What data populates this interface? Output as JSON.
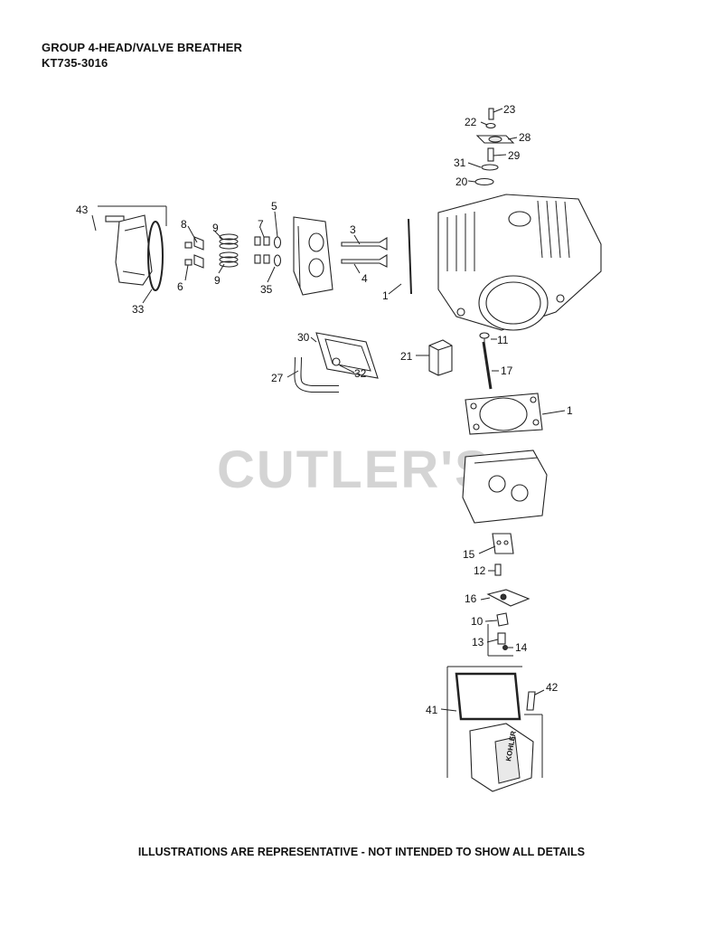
{
  "header": {
    "group_title": "GROUP 4-HEAD/VALVE BREATHER",
    "model": "KT735-3016"
  },
  "watermark": "CUTLER'S",
  "footer": "ILLUSTRATIONS ARE REPRESENTATIVE - NOT INTENDED TO SHOW ALL DETAILS",
  "callouts": [
    {
      "id": "c23",
      "label": "23"
    },
    {
      "id": "c22",
      "label": "22"
    },
    {
      "id": "c28",
      "label": "28"
    },
    {
      "id": "c31",
      "label": "31"
    },
    {
      "id": "c29",
      "label": "29"
    },
    {
      "id": "c20",
      "label": "20"
    },
    {
      "id": "c43",
      "label": "43"
    },
    {
      "id": "c8",
      "label": "8"
    },
    {
      "id": "c9a",
      "label": "9"
    },
    {
      "id": "c7",
      "label": "7"
    },
    {
      "id": "c5",
      "label": "5"
    },
    {
      "id": "c3",
      "label": "3"
    },
    {
      "id": "c6",
      "label": "6"
    },
    {
      "id": "c9b",
      "label": "9"
    },
    {
      "id": "c35",
      "label": "35"
    },
    {
      "id": "c4",
      "label": "4"
    },
    {
      "id": "c1a",
      "label": "1"
    },
    {
      "id": "c33",
      "label": "33"
    },
    {
      "id": "c30",
      "label": "30"
    },
    {
      "id": "c11",
      "label": "11"
    },
    {
      "id": "c21",
      "label": "21"
    },
    {
      "id": "c17",
      "label": "17"
    },
    {
      "id": "c32",
      "label": "32"
    },
    {
      "id": "c27",
      "label": "27"
    },
    {
      "id": "c1b",
      "label": "1"
    },
    {
      "id": "c15",
      "label": "15"
    },
    {
      "id": "c12",
      "label": "12"
    },
    {
      "id": "c16",
      "label": "16"
    },
    {
      "id": "c10",
      "label": "10"
    },
    {
      "id": "c13",
      "label": "13"
    },
    {
      "id": "c14",
      "label": "14"
    },
    {
      "id": "c42",
      "label": "42"
    },
    {
      "id": "c41",
      "label": "41"
    }
  ],
  "brand_on_cover": "KOHLER"
}
